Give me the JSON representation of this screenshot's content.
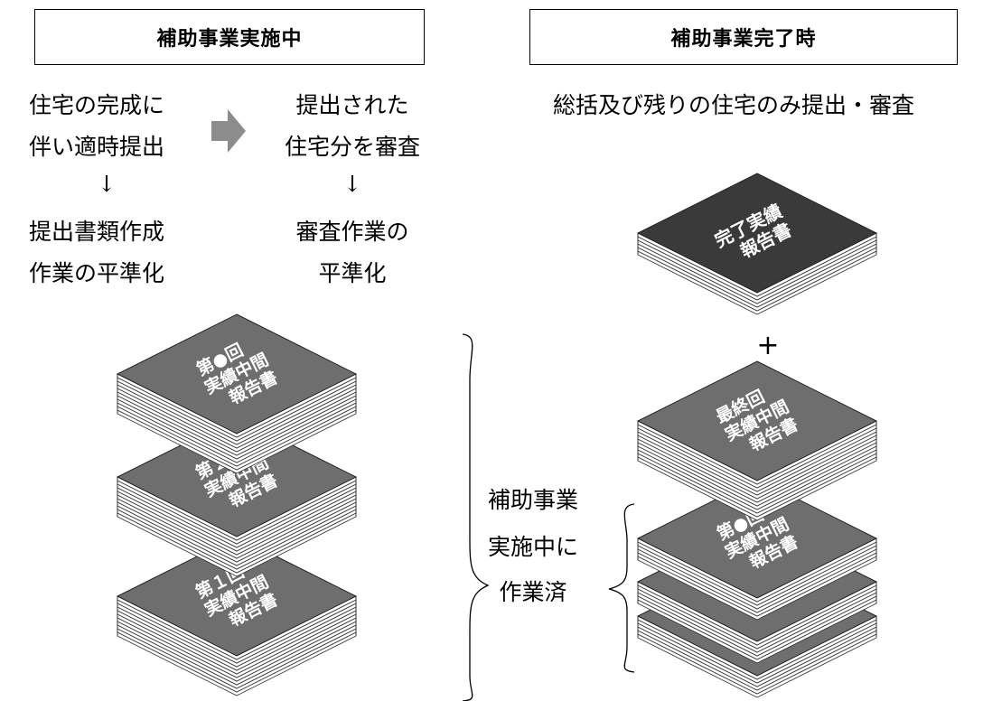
{
  "left_section": {
    "header": "補助事業実施中",
    "col1": {
      "line1": "住宅の完成に",
      "line2": "伴い適時提出",
      "arrow": "↓",
      "line3": "提出書類作成",
      "line4": "作業の平準化"
    },
    "col2": {
      "line1": "提出された",
      "line2": "住宅分を審査",
      "arrow": "↓",
      "line3": "審査作業の",
      "line4": "平準化"
    },
    "stacks": [
      {
        "line1": "第●回",
        "line2": "実績中間",
        "line3": "報告書"
      },
      {
        "line1": "第２回",
        "line2": "実績中間",
        "line3": "報告書"
      },
      {
        "line1": "第１回",
        "line2": "実績中間",
        "line3": "報告書"
      }
    ]
  },
  "right_section": {
    "header": "補助事業完了時",
    "caption": "総括及び残りの住宅のみ提出・審査",
    "final_report": {
      "line1": "完了実績",
      "line2": "報告書"
    },
    "plus": "+",
    "last_interim": {
      "line1": "最終回",
      "line2": "実績中間",
      "line3": "報告書"
    },
    "done_stack": {
      "line1": "第●回",
      "line2": "実績中間",
      "line3": "報告書"
    }
  },
  "brace_label": {
    "line1": "補助事業",
    "line2": "実施中に",
    "line3": "作業済"
  },
  "colors": {
    "cover_gray": "#6e6e6e",
    "cover_dark": "#3a3a3a",
    "page_white": "#ffffff",
    "outline": "#333333",
    "arrow_gray": "#8c8c8c"
  }
}
